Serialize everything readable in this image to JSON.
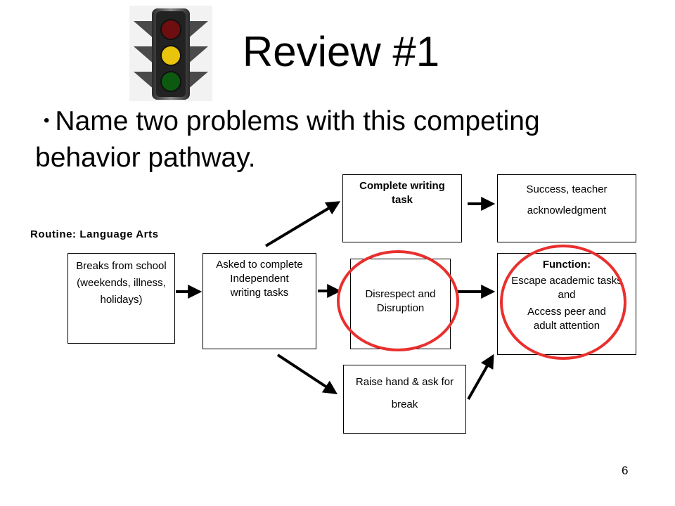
{
  "slide": {
    "title": "Review #1",
    "bullet": "Name two problems with this competing behavior pathway.",
    "page_number": "6"
  },
  "diagram": {
    "routine_label": "Routine: Language Arts",
    "boxes": {
      "setting_event": "Breaks from school (weekends, illness, holidays)",
      "antecedent": "Asked to complete Independent writing tasks",
      "desired_behavior": "Complete writing task",
      "desired_consequence": "Success, teacher acknowledgment",
      "problem_behavior": "Disrespect and Disruption",
      "function_title": "Function:",
      "function_line1": "Escape academic tasks and",
      "function_line2": "Access peer and adult attention",
      "replacement_behavior": "Raise hand & ask for break"
    },
    "colors": {
      "circle": "#e8302e",
      "light_red": "#6e0e10",
      "light_yellow": "#e8c40c",
      "light_green": "#0c5a10"
    }
  }
}
